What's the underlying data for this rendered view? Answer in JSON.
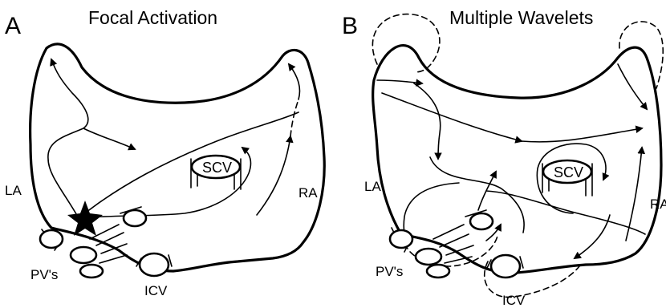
{
  "panels": [
    {
      "letter": "A",
      "title": "Focal Activation",
      "labels": {
        "la": "LA",
        "ra": "RA",
        "scv": "SCV",
        "icv": "ICV",
        "pvs": "PV's"
      }
    },
    {
      "letter": "B",
      "title": "Multiple Wavelets",
      "labels": {
        "la": "LA",
        "ra": "RA",
        "scv": "SCV",
        "icv": "ICV",
        "pvs": "PV's"
      }
    }
  ]
}
